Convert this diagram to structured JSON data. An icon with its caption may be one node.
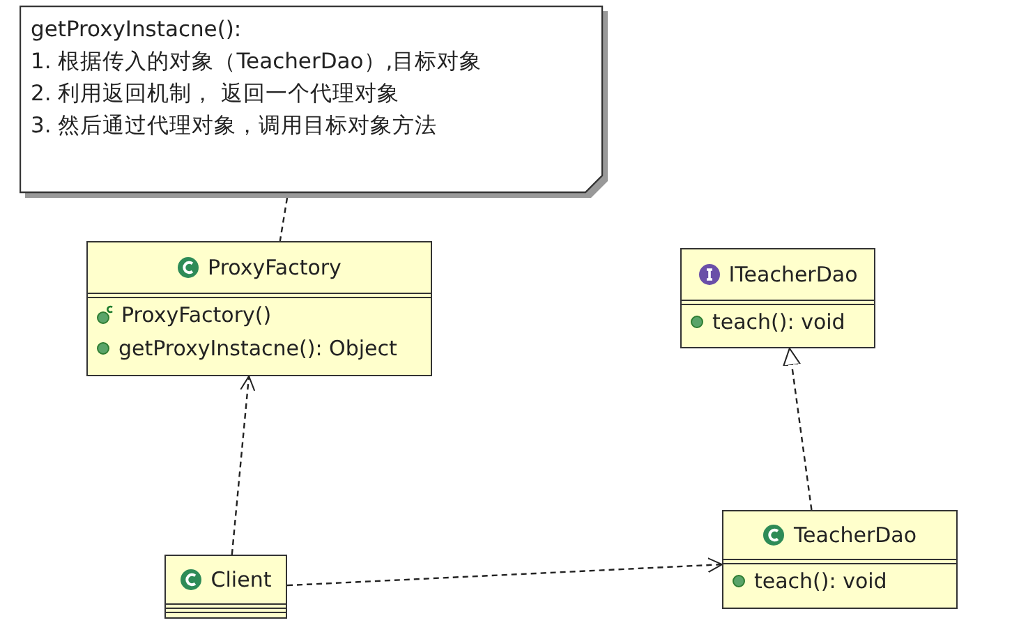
{
  "diagram": {
    "nodes": [
      {
        "text": [
          "getProxyInstacne():",
          "1. 根据传入的对象（TeacherDao）,目标对象",
          "2. 利用返回机制， 返回一个代理对象",
          "3. 然后通过代理对象，调用目标对象方法"
        ]
      },
      {
        "text": [
          "ProxyFactory",
          "ProxyFactory()",
          "getProxyInstacne(): Object"
        ]
      },
      {
        "text": [
          "ITeacherDao",
          "teach(): void"
        ]
      },
      {
        "text": [
          "Client"
        ]
      },
      {
        "text": [
          "TeacherDao",
          "teach(): void"
        ]
      }
    ],
    "edges": [
      {
        "from": 0,
        "to": 1,
        "arrow": "none",
        "style": "dashed"
      },
      {
        "from": 3,
        "to": 1,
        "arrow": "to",
        "style": "dashed"
      },
      {
        "from": 4,
        "to": 2,
        "arrow": "to",
        "style": "dashed"
      },
      {
        "from": 3,
        "to": 4,
        "arrow": "to",
        "style": "dashed"
      }
    ]
  }
}
